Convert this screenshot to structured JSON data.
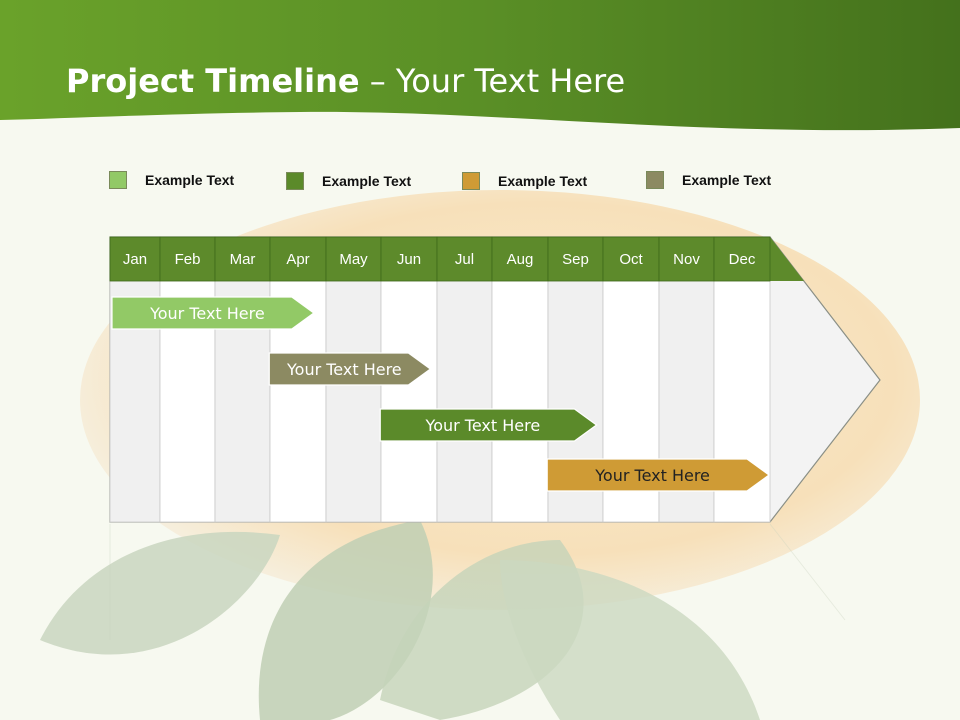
{
  "header": {
    "title_bold": "Project Timeline",
    "title_rest": " – Your Text Here"
  },
  "colors": {
    "header_green": "#5a8a22",
    "light_green": "#92c966",
    "olive": "#8c8a62",
    "mid_green": "#5b8a2a",
    "gold": "#cf9b35",
    "month_header": "#5d8a2b"
  },
  "legend": [
    {
      "label": "Example Text",
      "color": "#92c966"
    },
    {
      "label": "Example Text",
      "color": "#5b8a2a"
    },
    {
      "label": "Example Text",
      "color": "#cf9b35"
    },
    {
      "label": "Example Text",
      "color": "#8c8a62"
    }
  ],
  "months": [
    "Jan",
    "Feb",
    "Mar",
    "Apr",
    "May",
    "Jun",
    "Jul",
    "Aug",
    "Sep",
    "Oct",
    "Nov",
    "Dec"
  ],
  "bars": [
    {
      "label": "Your  Text Here",
      "color": "#92c966",
      "start_month": 0,
      "end_month": 3.8
    },
    {
      "label": "Your  Text Here",
      "color": "#8c8a62",
      "start_month": 2.95,
      "end_month": 5.9
    },
    {
      "label": "Your  Text Here",
      "color": "#5b8a2a",
      "start_month": 4.95,
      "end_month": 8.9
    },
    {
      "label": "Your  Text Here",
      "color": "#cf9b35",
      "start_month": 7.95,
      "end_month": 12.0
    }
  ]
}
